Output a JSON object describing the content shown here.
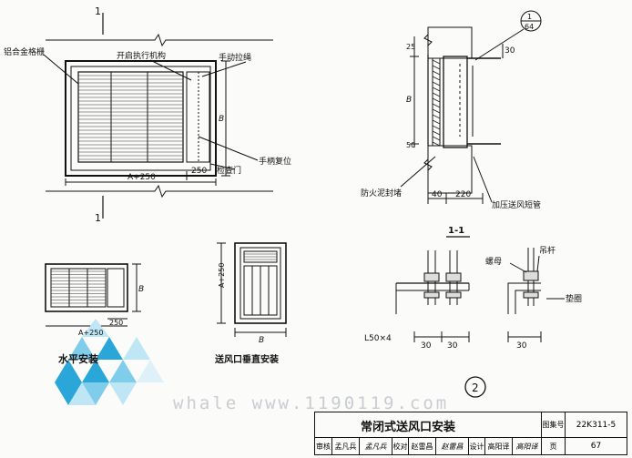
{
  "labels": {
    "alu_grille": "铝合金格栅",
    "actuator": "开启执行机构",
    "manual_cord": "手动拉绳",
    "handle_reset": "手柄复位",
    "access_door": "检查门",
    "dim_a250": "A+250",
    "dim_250": "250",
    "dim_b": "B",
    "section_mark": "1",
    "fireproof_seal": "防火泥封堵",
    "pressurized_duct": "加压送风短管",
    "dim_40": "40",
    "dim_220": "220",
    "dim_30": "30",
    "dim_25": "25",
    "dim_50": "50",
    "ref_top": "1",
    "ref_bottom": "64",
    "section_title": "1-1",
    "nut": "螺母",
    "hanger_rod": "吊杆",
    "washer": "垫圈",
    "angle_steel": "L50×4",
    "vertical_install": "送风口垂直安装",
    "horizontal_install": "水平安装",
    "detail_no": "2"
  },
  "title_block": {
    "title": "常闭式送风口安装",
    "atlas_label": "图集号",
    "atlas_no": "22K311-5",
    "review_label": "审核",
    "reviewer": "孟凡兵",
    "review_sign": "孟凡兵",
    "check_label": "校对",
    "checker": "赵雷昌",
    "check_sign": "赵雷昌",
    "design_label": "设计",
    "designer": "高阳译",
    "design_sign": "高阳译",
    "page_label": "页",
    "page_no": "67"
  },
  "watermark": "whale www.1190119.com"
}
